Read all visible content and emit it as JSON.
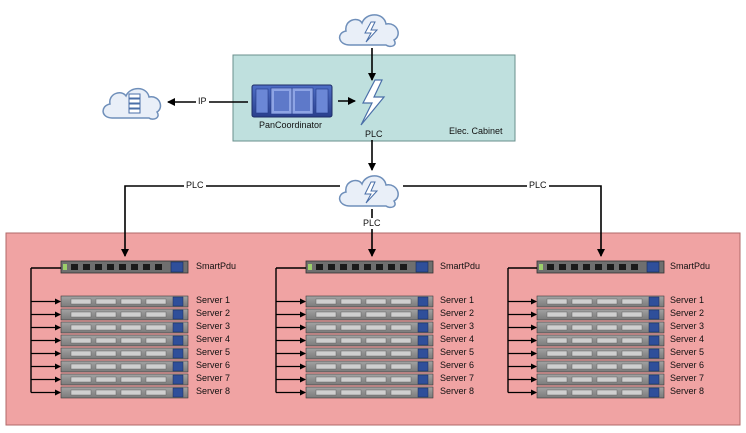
{
  "labels": {
    "ip": "IP",
    "pan_coordinator": "PanCoordinator",
    "plc_cabinet": "PLC",
    "elec_cabinet": "Elec. Cabinet",
    "plc_left": "PLC",
    "plc_center": "PLC",
    "plc_right": "PLC",
    "smart_pdu": "SmartPdu"
  },
  "servers": [
    "Server 1",
    "Server 2",
    "Server 3",
    "Server 4",
    "Server 5",
    "Server 6",
    "Server 7",
    "Server 8"
  ],
  "colors": {
    "cabinet_fill": "#bfe0de",
    "rack_zone_fill": "#f0a3a3",
    "cloud_fill": "#e9eff8",
    "cloud_stroke": "#6f8fba",
    "server_fill": "#8d8d8d",
    "wire": "#000000"
  },
  "icons": {
    "internet_cloud": "database-cloud-icon",
    "power_cloud": "lightning-cloud-icon",
    "plc_cloud": "lightning-cloud-icon",
    "coordinator": "server-appliance-icon",
    "plc_symbol": "lightning-bolt-icon"
  }
}
